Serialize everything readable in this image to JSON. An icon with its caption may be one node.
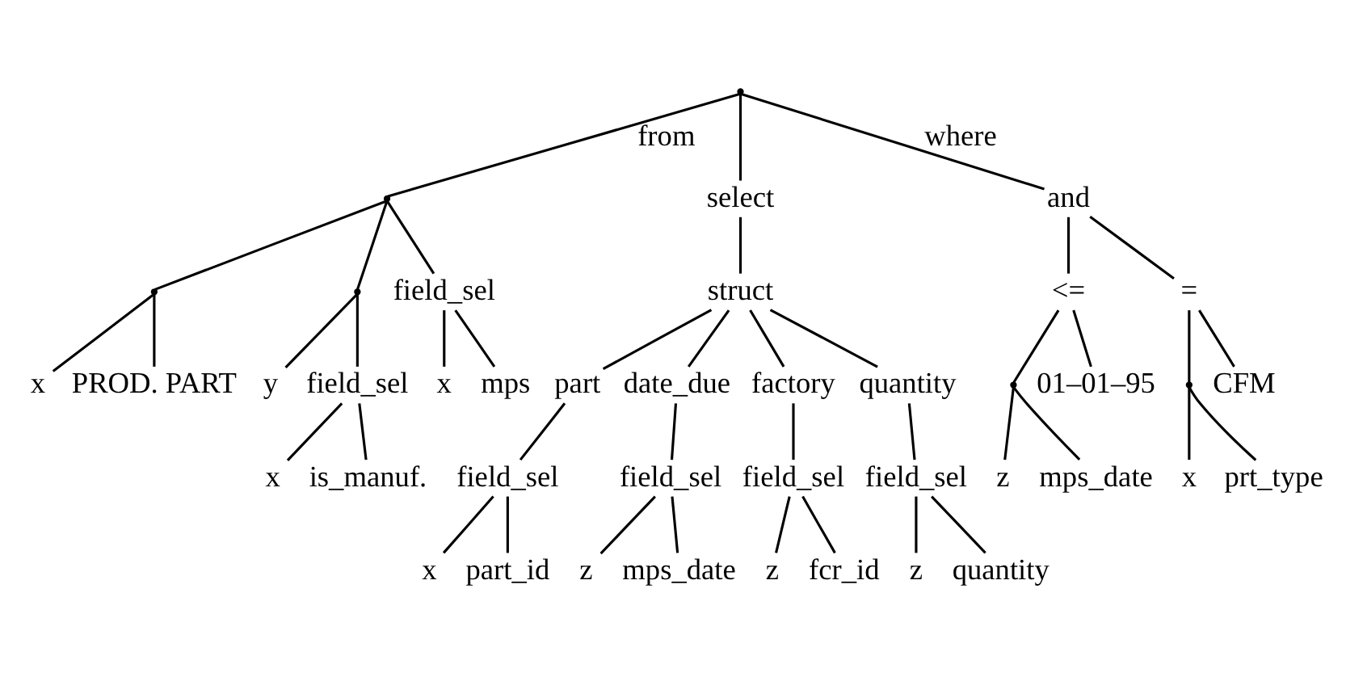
{
  "diagram": {
    "nodes": [
      {
        "text": [],
        "shape": "point"
      },
      {
        "text": [
          "select"
        ]
      },
      {
        "text": [
          "struct"
        ]
      },
      {
        "text": [],
        "shape": "point"
      },
      {
        "text": [],
        "shape": "point"
      },
      {
        "text": [
          "x"
        ]
      },
      {
        "text": [
          "PROD. PART"
        ]
      },
      {
        "text": [],
        "shape": "point"
      },
      {
        "text": [
          "y"
        ]
      },
      {
        "text": [
          "field_sel"
        ]
      },
      {
        "text": [
          "x"
        ]
      },
      {
        "text": [
          "is_manuf."
        ]
      },
      {
        "text": [
          "field_sel"
        ]
      },
      {
        "text": [
          "x"
        ]
      },
      {
        "text": [
          "mps"
        ]
      },
      {
        "text": [
          "part"
        ]
      },
      {
        "text": [
          "field_sel"
        ]
      },
      {
        "text": [
          "x"
        ]
      },
      {
        "text": [
          "part_id"
        ]
      },
      {
        "text": [
          "date_due"
        ]
      },
      {
        "text": [
          "field_sel"
        ]
      },
      {
        "text": [
          "z"
        ]
      },
      {
        "text": [
          "mps_date"
        ]
      },
      {
        "text": [
          "factory"
        ]
      },
      {
        "text": [
          "field_sel"
        ]
      },
      {
        "text": [
          "z"
        ]
      },
      {
        "text": [
          "fcr_id"
        ]
      },
      {
        "text": [
          "quantity"
        ]
      },
      {
        "text": [
          "field_sel"
        ]
      },
      {
        "text": [
          "z"
        ]
      },
      {
        "text": [
          "quantity"
        ]
      },
      {
        "text": [
          "and"
        ]
      },
      {
        "text": [
          "<="
        ]
      },
      {
        "text": [],
        "shape": "point"
      },
      {
        "text": [
          "z"
        ]
      },
      {
        "text": [
          "mps_date"
        ]
      },
      {
        "text": [
          "01–01–95"
        ]
      },
      {
        "text": [
          "="
        ]
      },
      {
        "text": [],
        "shape": "point"
      },
      {
        "text": [
          "x"
        ]
      },
      {
        "text": [
          "prt_type"
        ]
      },
      {
        "text": [
          "CFM"
        ]
      }
    ],
    "edges": [
      {
        "from": 0,
        "to": 3,
        "arrow": "none",
        "label": "from"
      },
      {
        "from": 0,
        "to": 1,
        "arrow": "none"
      },
      {
        "from": 0,
        "to": 31,
        "arrow": "none",
        "label": "where"
      },
      {
        "from": 1,
        "to": 2,
        "arrow": "none"
      },
      {
        "from": 3,
        "to": 4,
        "arrow": "none"
      },
      {
        "from": 3,
        "to": 7,
        "arrow": "none"
      },
      {
        "from": 3,
        "to": 12,
        "arrow": "none"
      },
      {
        "from": 4,
        "to": 5,
        "arrow": "none"
      },
      {
        "from": 4,
        "to": 6,
        "arrow": "none"
      },
      {
        "from": 7,
        "to": 8,
        "arrow": "none"
      },
      {
        "from": 7,
        "to": 9,
        "arrow": "none"
      },
      {
        "from": 9,
        "to": 10,
        "arrow": "none"
      },
      {
        "from": 9,
        "to": 11,
        "arrow": "none"
      },
      {
        "from": 12,
        "to": 13,
        "arrow": "none"
      },
      {
        "from": 12,
        "to": 14,
        "arrow": "none"
      },
      {
        "from": 2,
        "to": 15,
        "arrow": "none"
      },
      {
        "from": 2,
        "to": 19,
        "arrow": "none"
      },
      {
        "from": 2,
        "to": 23,
        "arrow": "none"
      },
      {
        "from": 2,
        "to": 27,
        "arrow": "none"
      },
      {
        "from": 15,
        "to": 16,
        "arrow": "none"
      },
      {
        "from": 16,
        "to": 17,
        "arrow": "none"
      },
      {
        "from": 16,
        "to": 18,
        "arrow": "none"
      },
      {
        "from": 19,
        "to": 20,
        "arrow": "none"
      },
      {
        "from": 20,
        "to": 21,
        "arrow": "none"
      },
      {
        "from": 20,
        "to": 22,
        "arrow": "none"
      },
      {
        "from": 23,
        "to": 24,
        "arrow": "none"
      },
      {
        "from": 24,
        "to": 25,
        "arrow": "none"
      },
      {
        "from": 24,
        "to": 26,
        "arrow": "none"
      },
      {
        "from": 27,
        "to": 28,
        "arrow": "none"
      },
      {
        "from": 28,
        "to": 29,
        "arrow": "none"
      },
      {
        "from": 28,
        "to": 30,
        "arrow": "none"
      },
      {
        "from": 31,
        "to": 32,
        "arrow": "none"
      },
      {
        "from": 31,
        "to": 37,
        "arrow": "none"
      },
      {
        "from": 32,
        "to": 33,
        "arrow": "none"
      },
      {
        "from": 32,
        "to": 36,
        "arrow": "none"
      },
      {
        "from": 33,
        "to": 34,
        "arrow": "none"
      },
      {
        "from": 33,
        "to": 35,
        "arrow": "none"
      },
      {
        "from": 37,
        "to": 38,
        "arrow": "none"
      },
      {
        "from": 37,
        "to": 41,
        "arrow": "none"
      },
      {
        "from": 38,
        "to": 39,
        "arrow": "none"
      },
      {
        "from": 38,
        "to": 40,
        "arrow": "none"
      }
    ]
  }
}
